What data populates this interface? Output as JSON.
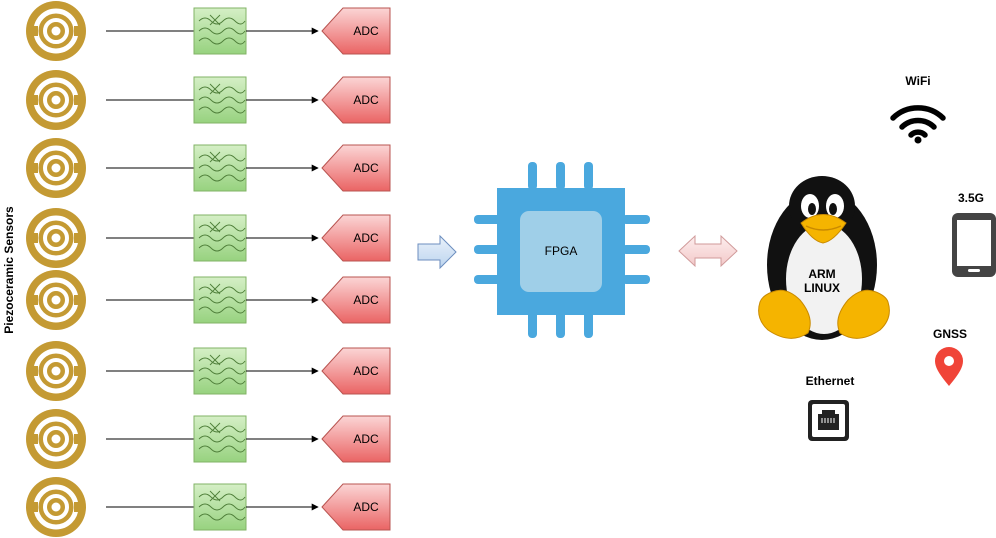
{
  "sensor_group": {
    "label": "Piezoceramic Sensors"
  },
  "channels": [
    {
      "adc_label": "ADC"
    },
    {
      "adc_label": "ADC"
    },
    {
      "adc_label": "ADC"
    },
    {
      "adc_label": "ADC"
    },
    {
      "adc_label": "ADC"
    },
    {
      "adc_label": "ADC"
    },
    {
      "adc_label": "ADC"
    },
    {
      "adc_label": "ADC"
    }
  ],
  "fpga": {
    "label": "FPGA"
  },
  "processor": {
    "line1": "ARM",
    "line2": "LINUX"
  },
  "connectivity": {
    "wifi": {
      "label": "WiFi",
      "icon": "wifi-icon"
    },
    "cellular": {
      "label": "3.5G",
      "icon": "smartphone-icon"
    },
    "gnss": {
      "label": "GNSS",
      "icon": "map-pin-icon"
    },
    "ethernet": {
      "label": "Ethernet",
      "icon": "ethernet-port-icon"
    }
  },
  "colors": {
    "sensor": "#c49a33",
    "filter_fill": "#b5e0a0",
    "filter_stroke": "#82b366",
    "adc_fill": "#f07878",
    "adc_stroke": "#b85450",
    "fpga": "#4aa8de",
    "fpga_core": "#9fcfe8",
    "gnss": "#f04438"
  }
}
